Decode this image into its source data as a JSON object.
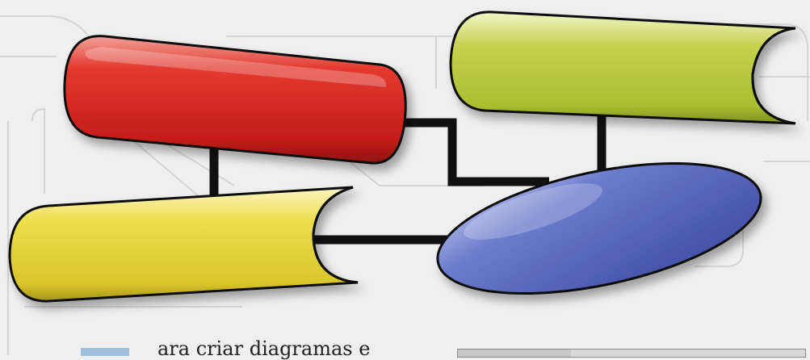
{
  "article": {
    "caption_fragment": "ara criar diagramas e"
  },
  "shapes": [
    {
      "name": "red-cylinder",
      "kind": "cylinder",
      "color": "#d92a25"
    },
    {
      "name": "green-tube",
      "kind": "open-tube",
      "color": "#b9cc3f"
    },
    {
      "name": "yellow-tube",
      "kind": "open-tube",
      "color": "#e3d43b"
    },
    {
      "name": "blue-ellipse",
      "kind": "ellipse",
      "color": "#5565b8"
    }
  ],
  "colors": {
    "connector": "#111111",
    "background": "#efefef",
    "track_outline": "#d6d6d6"
  }
}
